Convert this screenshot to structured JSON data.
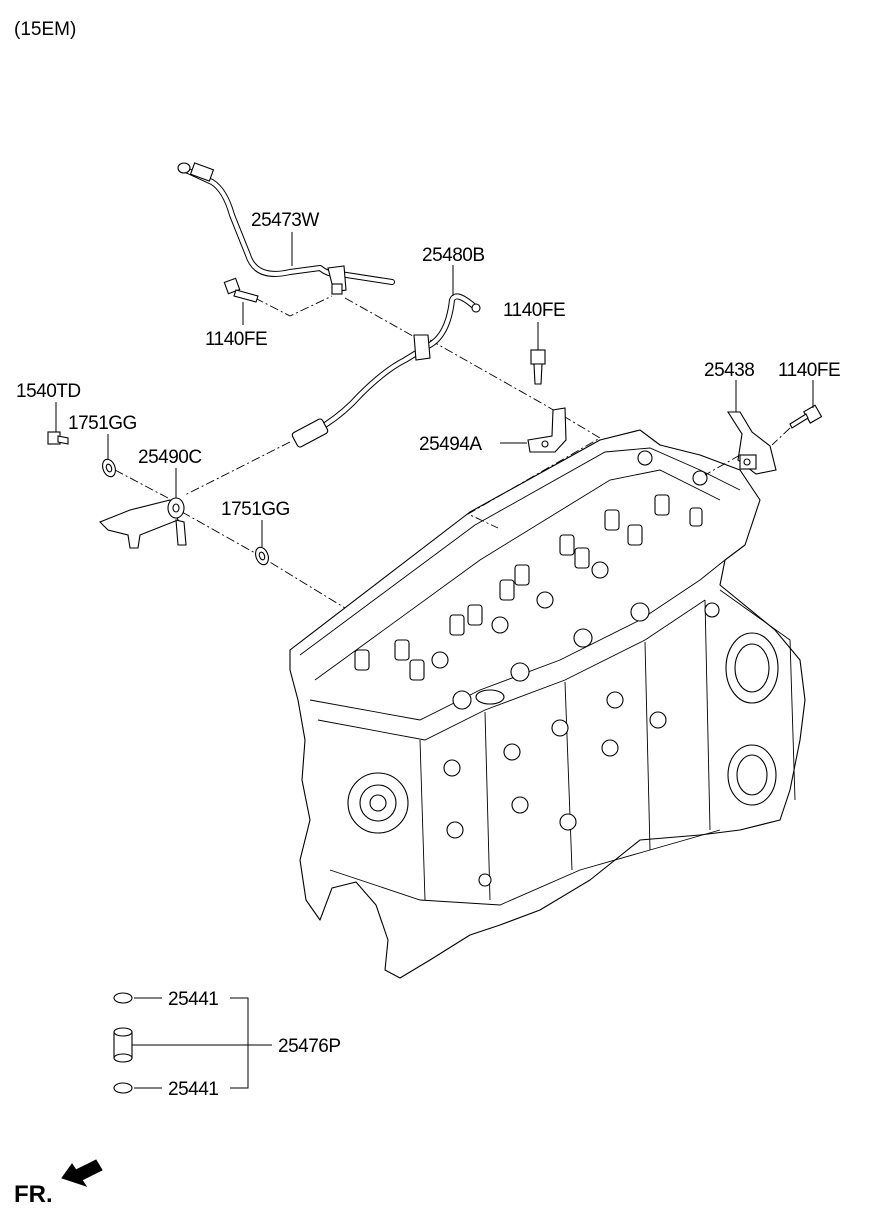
{
  "header": {
    "variant": "(15EM)"
  },
  "parts": {
    "p25473W": "25473W",
    "p1140FE_a": "1140FE",
    "p25480B": "25480B",
    "p1140FE_b": "1140FE",
    "p1540TD": "1540TD",
    "p1751GG_a": "1751GG",
    "p25490C": "25490C",
    "p25494A": "25494A",
    "p25438": "25438",
    "p1140FE_c": "1140FE",
    "p1751GG_b": "1751GG",
    "p25441_a": "25441",
    "p25476P": "25476P",
    "p25441_b": "25441"
  },
  "footer": {
    "direction": "FR."
  },
  "icons": [
    "front-direction-arrow-icon"
  ]
}
